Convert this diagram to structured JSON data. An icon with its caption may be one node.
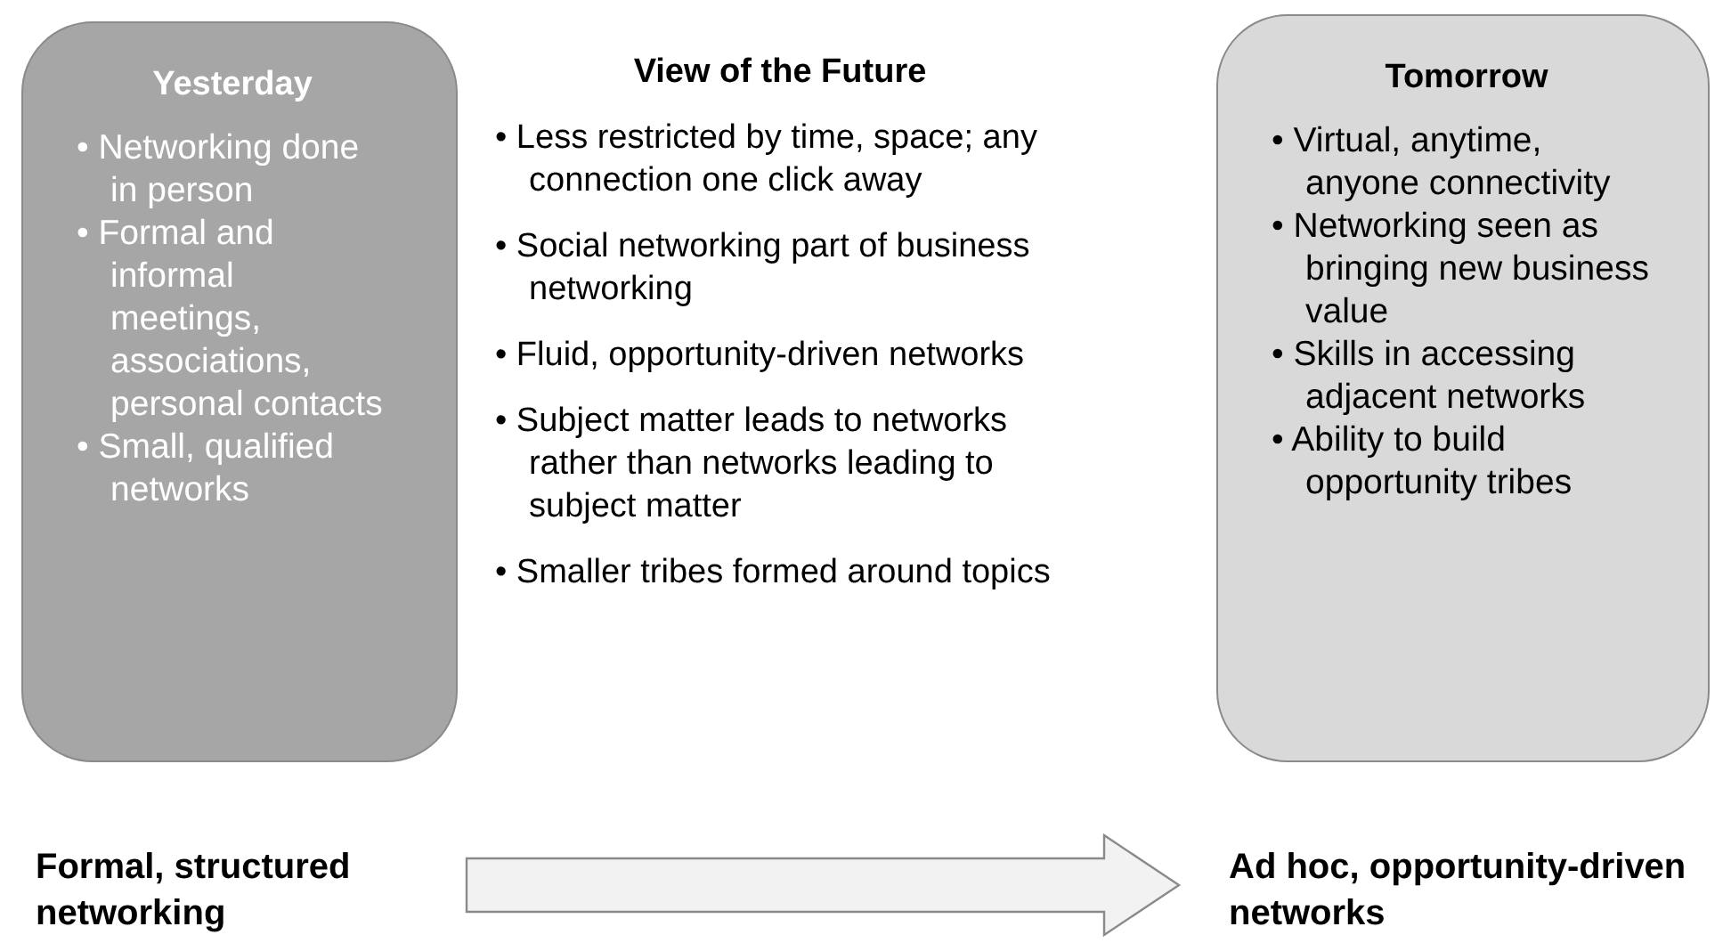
{
  "diagram": {
    "nodes": [
      {
        "text": [
          "Yesterday",
          "• Networking done in person",
          "• Formal and informal meetings, associations, personal contacts",
          "• Small, qualified networks"
        ]
      },
      {
        "text": [
          "Tomorrow",
          "• Virtual, anytime, anyone connectivity",
          "• Networking seen as bringing new business value",
          "• Skills in accessing adjacent networks",
          "• Ability to build opportunity tribes"
        ]
      },
      {
        "text": [
          "Formal, structured networking"
        ]
      },
      {
        "text": [
          "Ad hoc, opportunity-driven networks"
        ]
      }
    ],
    "edges": [
      {
        "from": 2,
        "to": 3,
        "arrow": "to"
      }
    ],
    "labels": [
      "View of the Future",
      "• Less restricted by time, space; any connection one click away",
      "• Social networking part of business networking",
      "• Fluid, opportunity-driven networks",
      "• Subject matter leads to networks rather than networks leading to subject matter",
      "• Smaller tribes formed around topics"
    ]
  }
}
